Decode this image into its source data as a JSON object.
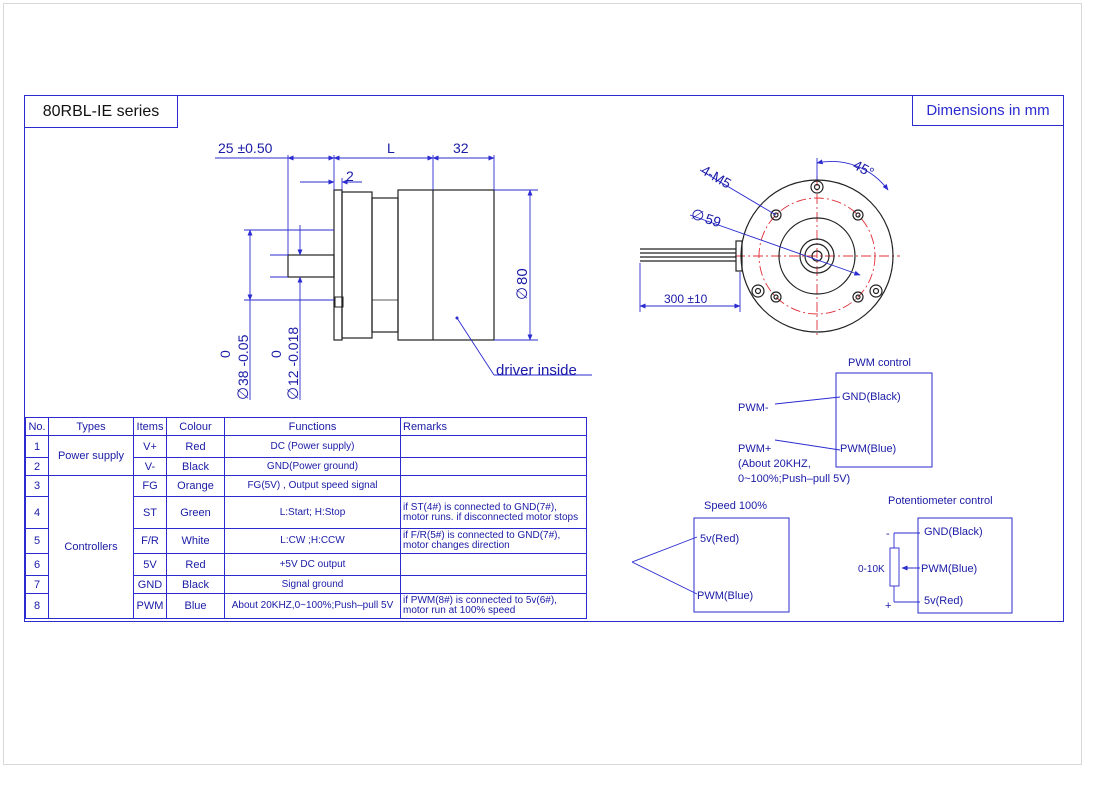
{
  "title": "80RBL-IE series",
  "units_label": "Dimensions in mm",
  "side_view": {
    "dim_flange": "25 ±0.50",
    "dim_body": "L",
    "dim_rear": "32",
    "dim_step": "2",
    "dim_diameter_body": "80",
    "dim_pilot_tol": "0",
    "dim_pilot": "38 -0.05",
    "dim_shaft_tol": "0",
    "dim_shaft": "12 -0.018",
    "note": "driver inside"
  },
  "end_view": {
    "holes": "4-M5",
    "angle": "45°",
    "pcd": "59",
    "lead_length": "300 ±10"
  },
  "table": {
    "headers": [
      "No.",
      "Types",
      "Items",
      "Colour",
      "Functions",
      "Remarks"
    ],
    "type_power": "Power supply",
    "type_controllers": "Controllers",
    "rows": [
      {
        "no": "1",
        "item": "V+",
        "colour": "Red",
        "function": "DC (Power supply)",
        "remark": ""
      },
      {
        "no": "2",
        "item": "V-",
        "colour": "Black",
        "function": "GND(Power ground)",
        "remark": ""
      },
      {
        "no": "3",
        "item": "FG",
        "colour": "Orange",
        "function": "FG(5V) , Output speed signal",
        "remark": ""
      },
      {
        "no": "4",
        "item": "ST",
        "colour": "Green",
        "function": "L:Start; H:Stop",
        "remark": "if ST(4#) is connected to GND(7#), motor runs. if disconnected motor stops"
      },
      {
        "no": "5",
        "item": "F/R",
        "colour": "White",
        "function": "L:CW ;H:CCW",
        "remark": "if F/R(5#) is connected to GND(7#), motor changes direction"
      },
      {
        "no": "6",
        "item": "5V",
        "colour": "Red",
        "function": "+5V DC output",
        "remark": ""
      },
      {
        "no": "7",
        "item": "GND",
        "colour": "Black",
        "function": "Signal ground",
        "remark": ""
      },
      {
        "no": "8",
        "item": "PWM",
        "colour": "Blue",
        "function": "About 20KHZ,0~100%;Push–pull 5V",
        "remark": "if PWM(8#) is connected to 5v(6#), motor run at 100% speed"
      }
    ]
  },
  "pwm_control": {
    "title": "PWM control",
    "pin_gnd": "GND(Black)",
    "pin_pwm": "PWM(Blue)",
    "label_minus": "PWM-",
    "label_plus": "PWM+",
    "label_freq": "(About 20KHZ,",
    "label_duty": "0~100%;Push–pull 5V)"
  },
  "speed_100": {
    "title": "Speed 100%",
    "pin_5v": "5v(Red)",
    "pin_pwm": "PWM(Blue)"
  },
  "potentiometer": {
    "title": "Potentiometer control",
    "pin_gnd": "GND(Black)",
    "pin_pwm": "PWM(Blue)",
    "pin_5v": "5v(Red)",
    "resistor": "0-10K",
    "minus": "-",
    "plus": "+"
  },
  "colors": {
    "line": "#2b2bd0",
    "text": "#1a1aa6",
    "centerline": "#e0303a",
    "body": "#222222"
  }
}
